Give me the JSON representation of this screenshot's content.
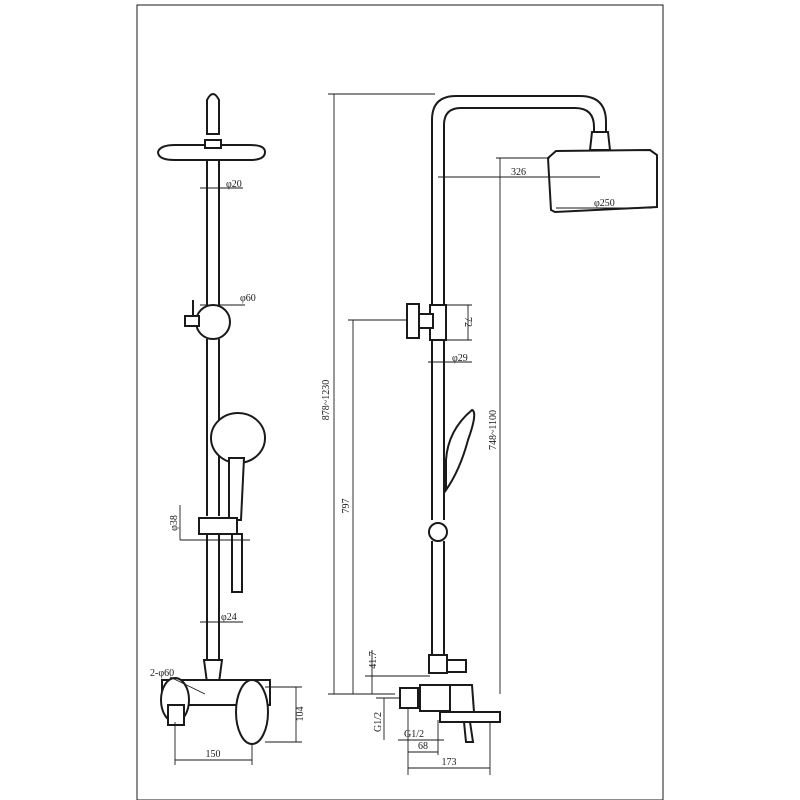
{
  "diagram": {
    "front_view": {
      "labels": {
        "head_pipe": "φ20",
        "holder": "φ60",
        "slide_bar": "φ38",
        "riser": "φ24",
        "handles": "2-φ60",
        "height": "104",
        "width": "150"
      }
    },
    "side_view": {
      "labels": {
        "total_height": "878~1230",
        "reach": "326",
        "head_dia": "φ250",
        "holder_offset": "72",
        "riser_dia": "φ29",
        "adjust_range": "748~1100",
        "holder_height": "797",
        "spacing": "41.7",
        "inlet": "G1/2",
        "outlet": "G1/2",
        "spout": "68",
        "depth": "173"
      }
    }
  }
}
